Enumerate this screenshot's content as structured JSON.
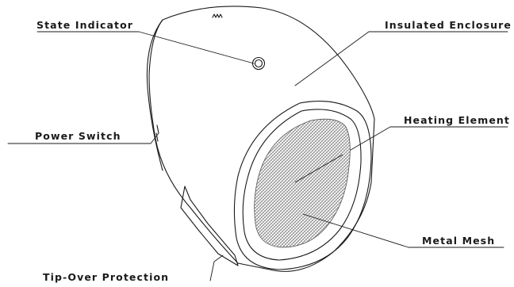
{
  "labels": {
    "state_indicator": "State Indicator",
    "insulated_enclosure": "Insulated Enclosure",
    "power_switch": "Power Switch",
    "heating_element": "Heating Element",
    "metal_mesh": "Metal Mesh",
    "tip_over_protection": "Tip-Over Protection"
  },
  "colors": {
    "line": "#1a1a1a",
    "background": "#ffffff",
    "mesh": "#8a8a8a"
  }
}
